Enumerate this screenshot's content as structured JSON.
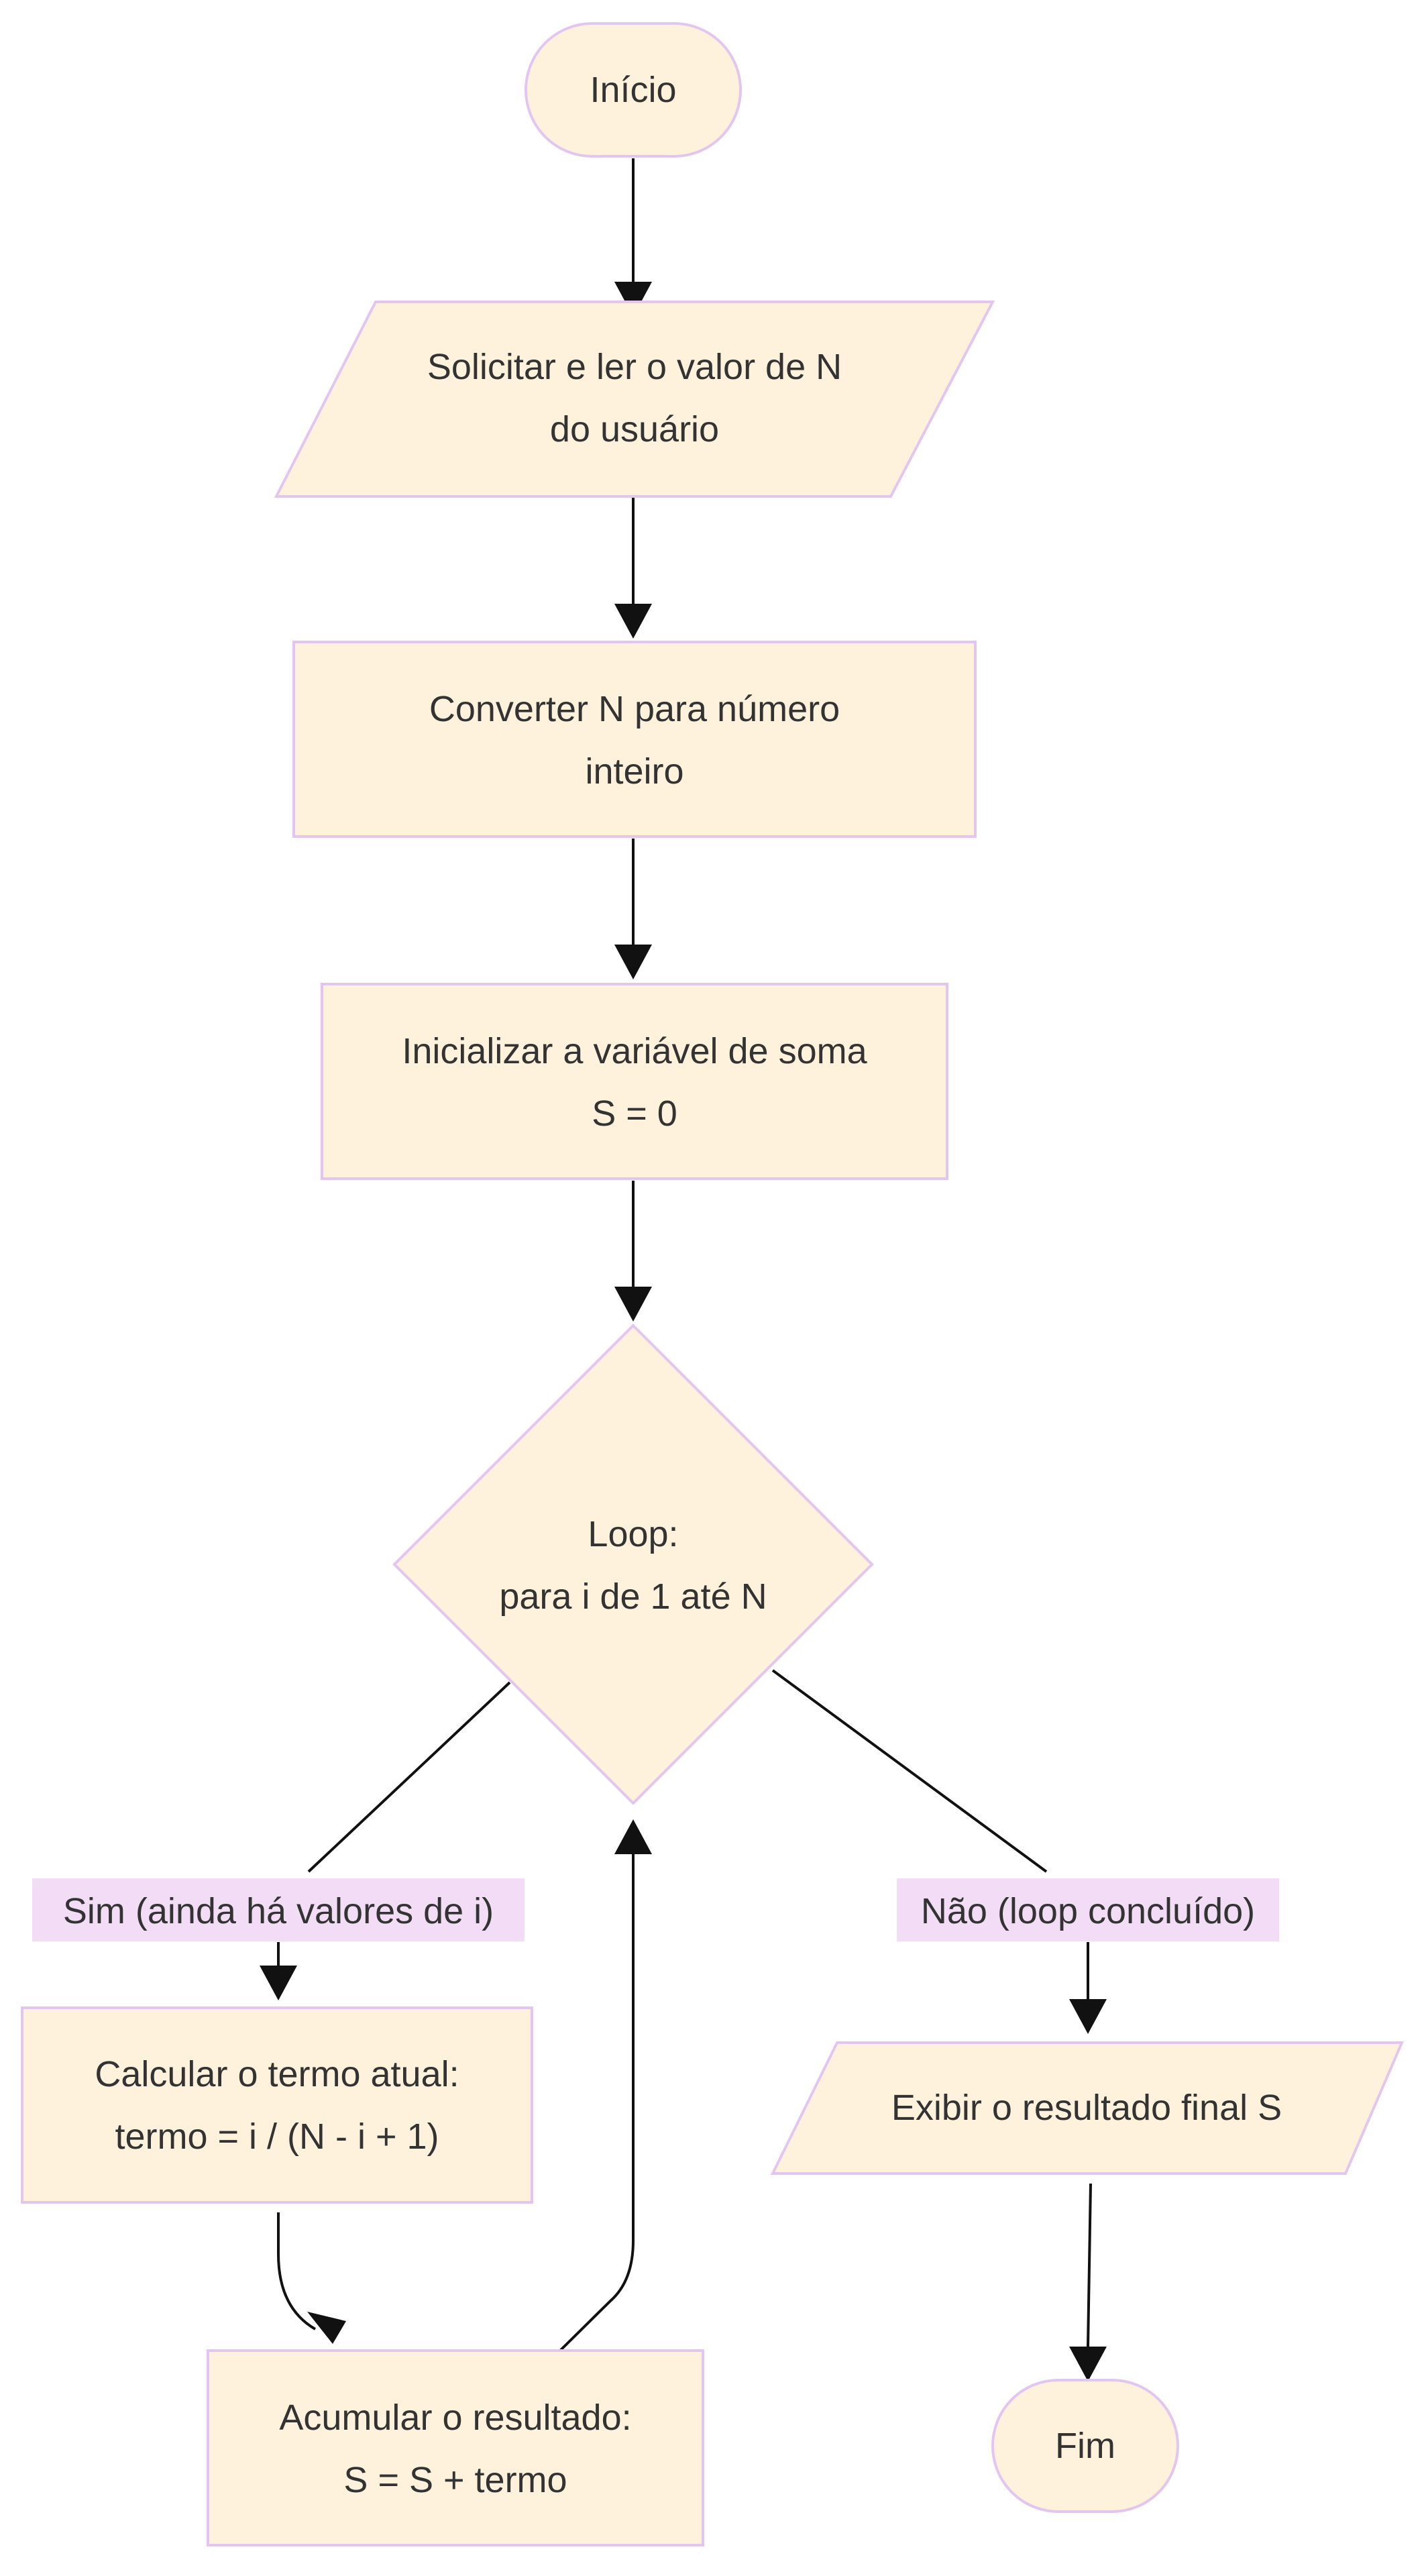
{
  "nodes": {
    "start": {
      "label": "Início"
    },
    "input_n": {
      "lines": [
        "Solicitar e ler o valor de N",
        "do usuário"
      ]
    },
    "convert_n": {
      "lines": [
        "Converter N para número",
        "inteiro"
      ]
    },
    "init_sum": {
      "lines": [
        "Inicializar a variável de soma",
        "S = 0"
      ]
    },
    "loop": {
      "lines": [
        "Loop:",
        "para i de 1 até N"
      ]
    },
    "calc_term": {
      "lines": [
        "Calcular o termo atual:",
        "termo = i / (N - i + 1)"
      ]
    },
    "accumulate": {
      "lines": [
        "Acumular o resultado:",
        "S = S + termo"
      ]
    },
    "output": {
      "label": "Exibir o resultado final S"
    },
    "end": {
      "label": "Fim"
    }
  },
  "edge_labels": {
    "yes": "Sim (ainda há valores de i)",
    "no": "Não (loop concluído)"
  }
}
